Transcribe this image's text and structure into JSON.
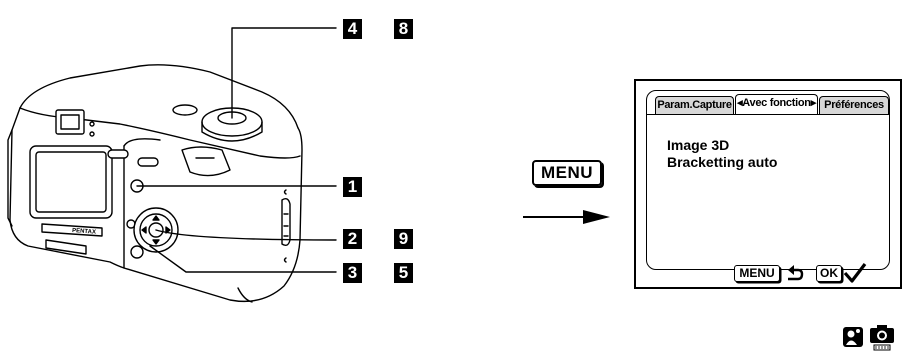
{
  "callouts": {
    "n4": "4",
    "n8": "8",
    "n1": "1",
    "n2": "2",
    "n9": "9",
    "n3": "3",
    "n5": "5"
  },
  "camera": {
    "brand": "PENTAX"
  },
  "menu_key": "MENU",
  "screen": {
    "tabs": [
      {
        "label": "Param.Capture"
      },
      {
        "label": "◂Avec fonction▸"
      },
      {
        "label": "Préférences"
      }
    ],
    "active_tab": 1,
    "items": [
      "Image 3D",
      "Bracketting auto"
    ],
    "footer": {
      "menu_label": "MENU",
      "back_icon": "back-arrow-icon",
      "ok_label": "OK",
      "check_icon": "checkmark-icon"
    }
  },
  "mode_icons": [
    "portrait-mode-icon",
    "camera-mode-icon"
  ]
}
